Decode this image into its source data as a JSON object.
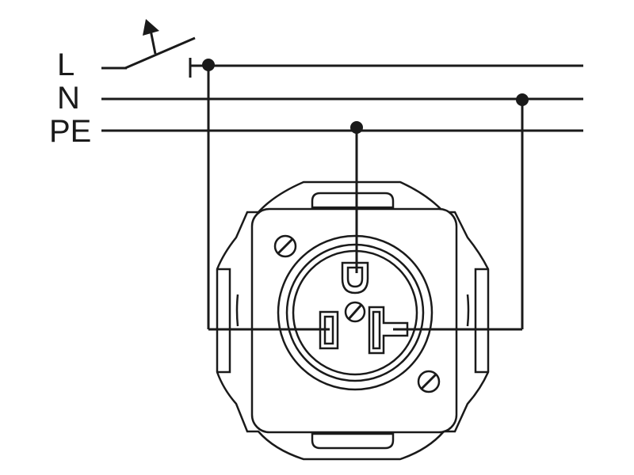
{
  "labels": {
    "line": "L",
    "neutral": "N",
    "earth": "PE"
  },
  "colors": {
    "stroke": "#1a1a1a",
    "background": "#ffffff"
  },
  "components": {
    "switch": "switch-icon",
    "socket": "socket-outlet-icon"
  }
}
